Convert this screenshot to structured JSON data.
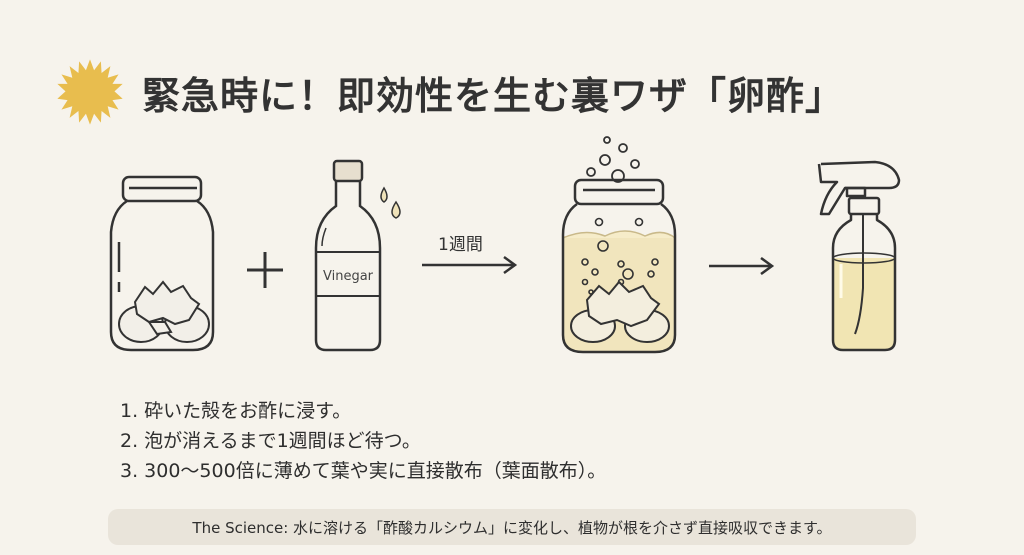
{
  "header": {
    "icon": "sun-burst-icon",
    "icon_color": "#e8bd4e",
    "title": "緊急時に！即効性を生む裏ワザ「卵酢」"
  },
  "process": {
    "step_items": [
      {
        "name": "jar-with-eggshells",
        "icon": "jar-icon"
      },
      {
        "name": "plus",
        "icon": "plus-icon"
      },
      {
        "name": "vinegar-bottle",
        "icon": "bottle-icon",
        "label": "Vinegar"
      },
      {
        "name": "arrow-week",
        "icon": "arrow-right-icon",
        "label": "1週間"
      },
      {
        "name": "jar-fermenting",
        "icon": "jar-bubbles-icon"
      },
      {
        "name": "arrow",
        "icon": "arrow-right-icon"
      },
      {
        "name": "spray-bottle",
        "icon": "spray-bottle-icon"
      }
    ],
    "liquid_color": "#f0e4b0",
    "vinegar_label": "Vinegar",
    "week_label": "1週間"
  },
  "steps": [
    "1. 砕いた殻をお酢に浸す。",
    "2. 泡が消えるまで1週間ほど待つ。",
    "3. 300〜500倍に薄めて葉や実に直接散布（葉面散布）。"
  ],
  "science": {
    "text": "The Science: 水に溶ける「酢酸カルシウム」に変化し、植物が根を介さず直接吸収できます。"
  }
}
